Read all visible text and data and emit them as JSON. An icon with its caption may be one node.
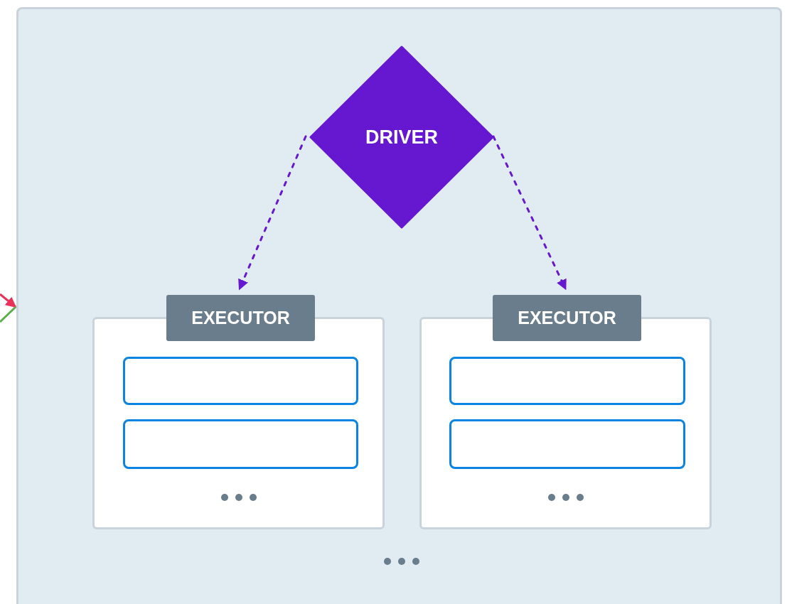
{
  "diagram": {
    "nodes": [
      {
        "text": [],
        "shape": "box"
      },
      {
        "text": [
          "DRIVER"
        ],
        "in": 0
      },
      {
        "text": [
          "EXECUTOR"
        ],
        "in": 0
      },
      {
        "text": [],
        "shape": "box",
        "in": 2
      },
      {
        "text": [],
        "shape": "box",
        "in": 2
      },
      {
        "text": [
          "EXECUTOR"
        ],
        "in": 0
      },
      {
        "text": [],
        "shape": "box",
        "in": 5
      },
      {
        "text": [],
        "shape": "box",
        "in": 5
      }
    ],
    "edges": [
      {
        "from": 1,
        "to": 2,
        "arrow": "to",
        "style": "dashed",
        "color": "#6518cf"
      },
      {
        "from": 1,
        "to": 5,
        "arrow": "to",
        "style": "dashed",
        "color": "#6518cf"
      },
      {
        "from": null,
        "to": 0,
        "arrow": "to",
        "color": "#e8325a"
      },
      {
        "from": 0,
        "to": null,
        "arrow": "none",
        "color": "#5cad4a"
      }
    ]
  }
}
